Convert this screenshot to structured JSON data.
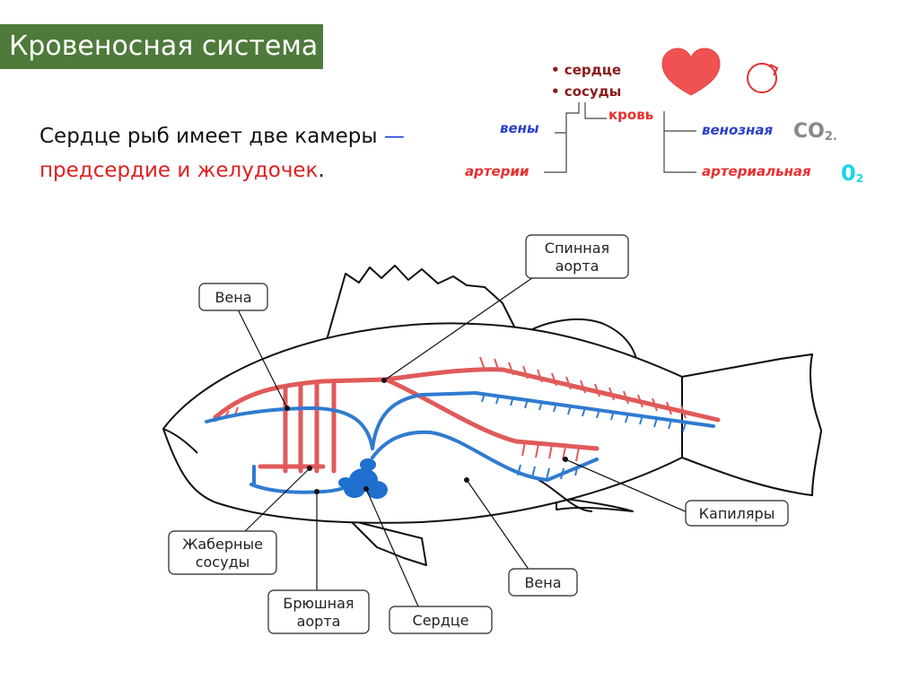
{
  "title": "Кровеносная  система",
  "intro": {
    "line1": "Сердце рыб имеет две камеры",
    "dash": " —",
    "line2": "предсердие и желудочек",
    "period": "."
  },
  "scheme": {
    "heart_item": "• сердце",
    "vessels_item": "• сосуды",
    "veins": "вены",
    "arteries": "артерии",
    "blood": "кровь",
    "venous": "венозная",
    "arterial": "артериальная",
    "co2": "СО",
    "co2_sub": "2",
    "co2_dot": ".",
    "o2": "0",
    "o2_sub": "2"
  },
  "labels": {
    "vein_top": "Вена",
    "dorsal_aorta": [
      "Спинная",
      "аорта"
    ],
    "capillaries": "Капиляры",
    "gill_vessels": [
      "Жаберные",
      "сосуды"
    ],
    "vein_bottom": "Вена",
    "ventral_aorta": [
      "Брюшная",
      "аорта"
    ],
    "heart": "Сердце"
  },
  "colors": {
    "title_bg": "#4e7a3b",
    "artery": "#e05a5a",
    "vein": "#2f7bd0",
    "heart_blue": "#1f6fcf",
    "heart_red": "#f05252",
    "dark_red": "#8b1a1a",
    "blue_text": "#2a3fc8",
    "red_text": "#e83030",
    "o2_cyan": "#16d7e6"
  }
}
